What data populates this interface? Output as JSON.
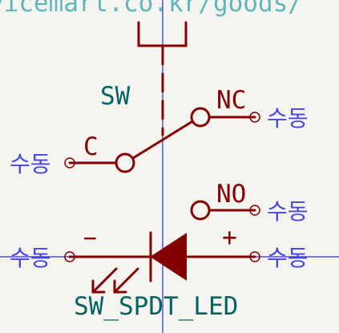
{
  "header": {
    "url_fragment": "vicemart.co.kr/goods/"
  },
  "component": {
    "reference": "SW",
    "value": "SW_SPDT_LED"
  },
  "pins": {
    "common": "C",
    "normally_closed": "NC",
    "normally_open": "NO",
    "led_cathode": "−",
    "led_anode": "+"
  },
  "net_labels": {
    "c_left": "수동",
    "nc_right": "수동",
    "no_right": "수동",
    "led_cathode_left": "수동",
    "led_anode_right": "수동"
  },
  "colors": {
    "background": "#f5f4ef",
    "symbol": "#840000",
    "pin_text": "#840000",
    "field_text": "#006464",
    "net_label": "#4545e6",
    "crosshair": "#2b2bd6"
  }
}
